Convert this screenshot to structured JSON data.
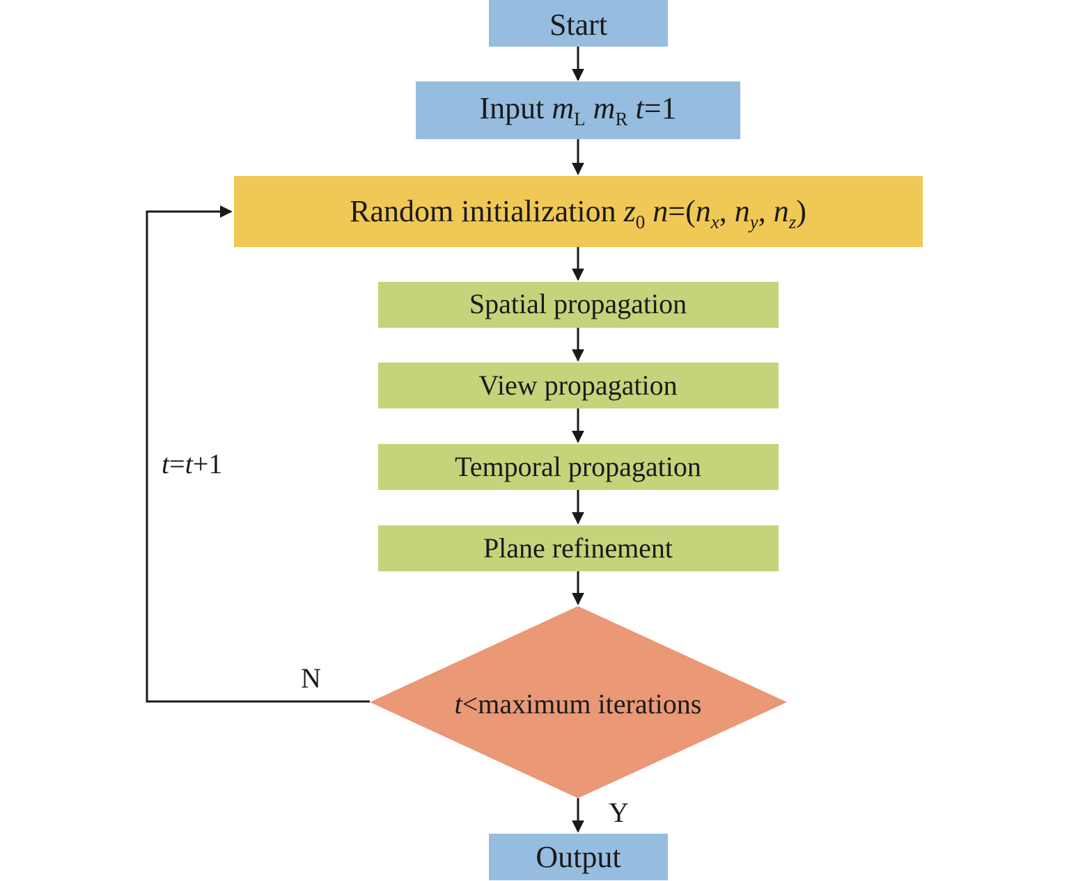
{
  "nodes": {
    "start": {
      "label": "Start",
      "color": "#96bddf"
    },
    "input": {
      "prefix": "Input ",
      "m1": "m",
      "m1_sub": "L",
      "m2": "m",
      "m2_sub": "R",
      "t_var": "t",
      "t_tail": "=1",
      "color": "#96bddf"
    },
    "random_init": {
      "prefix": "Random initialization ",
      "z": "z",
      "z_sub": "0",
      "n": "n",
      "eq": "=(",
      "nx": "n",
      "nx_sub": "x",
      "comma1": ", ",
      "ny": "n",
      "ny_sub": "y",
      "comma2": ", ",
      "nz": "n",
      "nz_sub": "z",
      "close": ")",
      "color": "#f0c855"
    },
    "spatial": {
      "label": "Spatial propagation",
      "color": "#c6d37a"
    },
    "view": {
      "label": "View propagation",
      "color": "#c6d37a"
    },
    "temporal": {
      "label": "Temporal propagation",
      "color": "#c6d37a"
    },
    "plane": {
      "label": "Plane refinement",
      "color": "#c6d37a"
    },
    "decision": {
      "t_var": "t",
      "rest": "<maximum iterations",
      "color": "#ea9876"
    },
    "output": {
      "label": "Output",
      "color": "#96bddf"
    }
  },
  "edges": {
    "no_label": "N",
    "yes_label": "Y",
    "loop": {
      "t1": "t",
      "eq": "=",
      "t2": "t",
      "plus": "+1"
    }
  }
}
